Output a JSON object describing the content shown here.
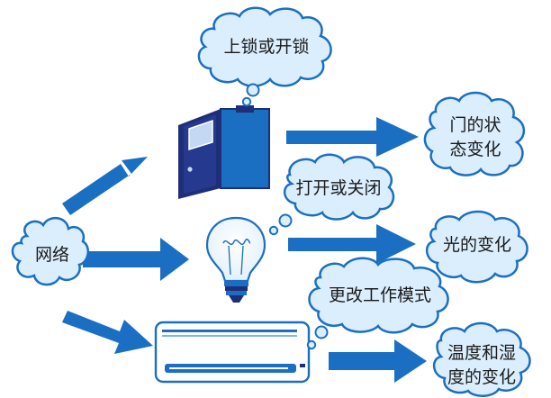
{
  "colors": {
    "arrow": "#1b6fc2",
    "cloud_fill": "#dbeefd",
    "cloud_stroke": "#1b6fc2",
    "door_dark": "#1f2e78",
    "door_blue": "#1b6fc2",
    "window_pale": "#c5d8f3"
  },
  "labels": {
    "network": "网络",
    "lock": "上锁或开锁",
    "door_change_line1": "门的状",
    "door_change_line2": "态变化",
    "switch": "打开或关闭",
    "light_change": "光的变化",
    "mode": "更改工作模式",
    "humidity_line1": "温度和湿",
    "humidity_line2": "度的变化"
  },
  "icons": {
    "door": "door-icon",
    "bulb": "light-bulb-icon",
    "ac": "air-conditioner-icon"
  }
}
